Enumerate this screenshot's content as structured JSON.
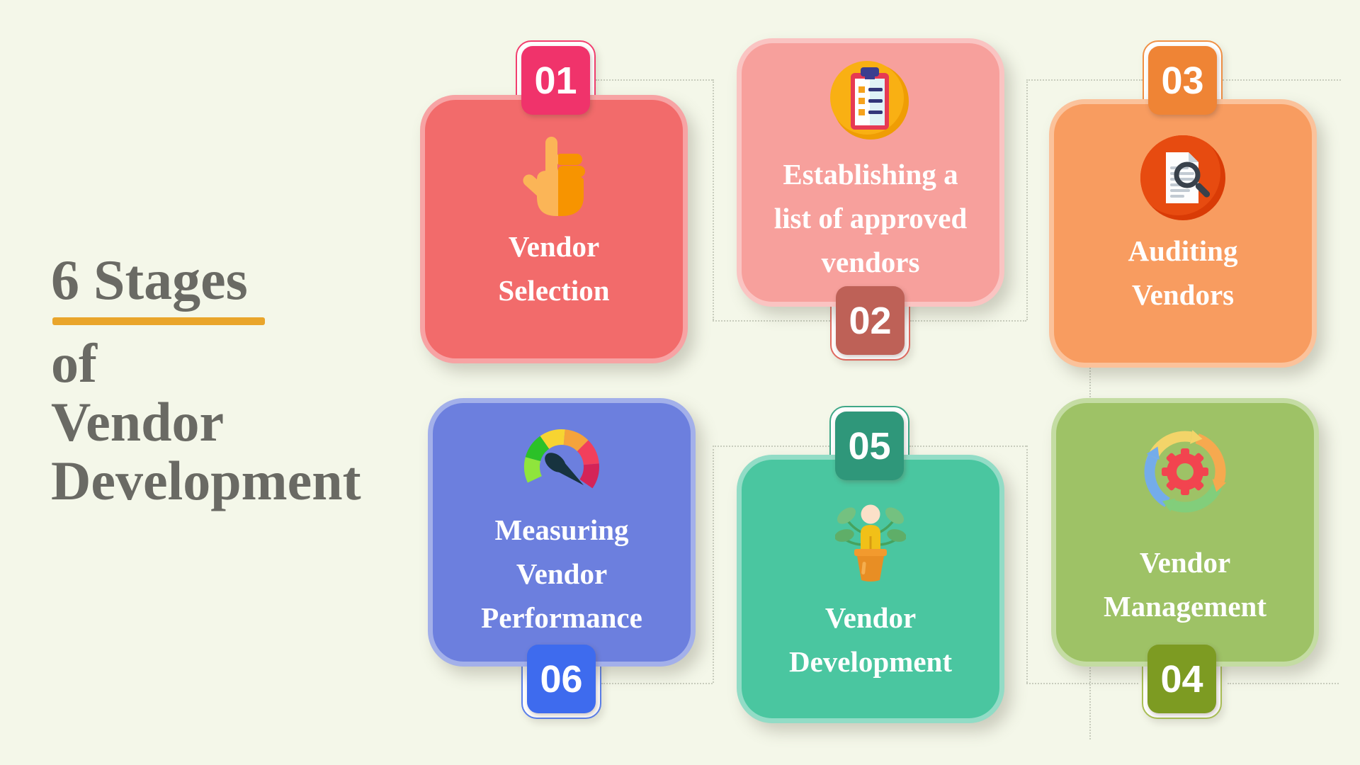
{
  "background": "#F4F7E9",
  "connector_color": "#C8CCBD",
  "title": {
    "heading": "6 Stages",
    "line2": "of",
    "line3": "Vendor",
    "line4": "Development",
    "text_color": "#6A6A64",
    "underline_color": "#E9A52B"
  },
  "cards": [
    {
      "number": "01",
      "lines": [
        "Vendor",
        "Selection"
      ],
      "icon": "hand-pointer-icon",
      "color": "#F26B6B",
      "ring": "#F7A3A4",
      "badge": "#F0336B",
      "badge_outline": "#F23E6E",
      "badge_position": "top"
    },
    {
      "number": "02",
      "lines": [
        "Establishing a",
        "list of approved",
        "vendors"
      ],
      "icon": "clipboard-checklist-icon",
      "color": "#F7A09C",
      "ring": "#FAC4C2",
      "badge": "#BE6157",
      "badge_outline": "#E06A60",
      "badge_position": "bottom"
    },
    {
      "number": "03",
      "lines": [
        "Auditing",
        "Vendors"
      ],
      "icon": "document-search-icon",
      "color": "#F89C60",
      "ring": "#FBC29B",
      "badge": "#EF8435",
      "badge_outline": "#F09045",
      "badge_position": "top"
    },
    {
      "number": "04",
      "lines": [
        "Vendor",
        "Management"
      ],
      "icon": "process-cycle-gear-icon",
      "color": "#9EC266",
      "ring": "#C4DCA3",
      "badge": "#7D9B22",
      "badge_outline": "#A9BF55",
      "badge_position": "bottom"
    },
    {
      "number": "05",
      "lines": [
        "Vendor",
        "Development"
      ],
      "icon": "growing-person-plant-icon",
      "color": "#4AC6A0",
      "ring": "#92DCC6",
      "badge": "#2F977A",
      "badge_outline": "#3FA888",
      "badge_position": "top"
    },
    {
      "number": "06",
      "lines": [
        "Measuring",
        "Vendor",
        "Performance"
      ],
      "icon": "speedometer-gauge-icon",
      "color": "#6C7FDE",
      "ring": "#A3B0EA",
      "badge": "#3E6BEE",
      "badge_outline": "#5B7FEA",
      "badge_position": "bottom"
    }
  ]
}
